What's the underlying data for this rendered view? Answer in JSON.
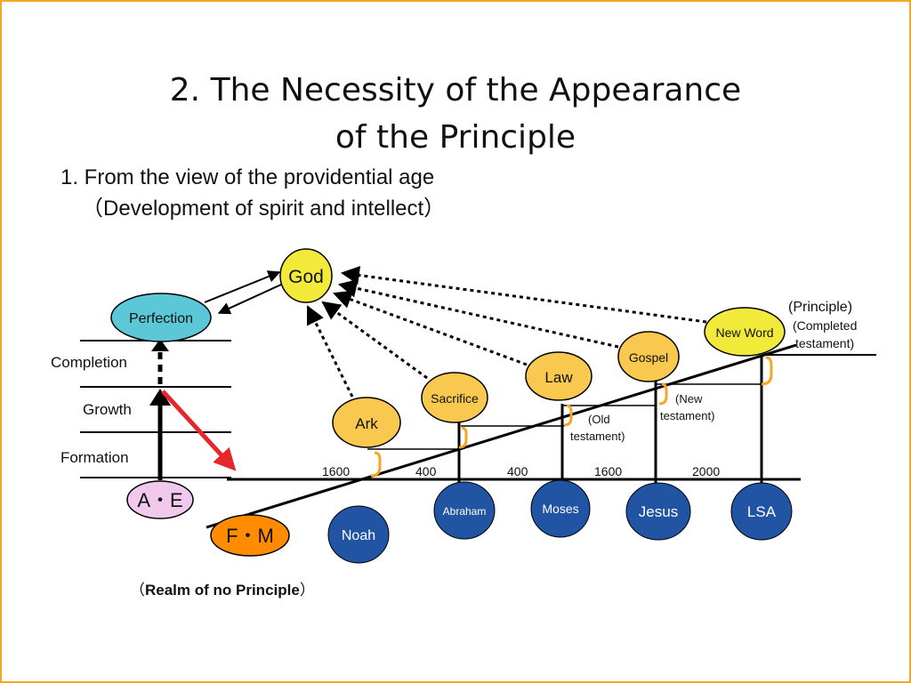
{
  "title": {
    "line1": "2. The Necessity of the Appearance",
    "line2": "of the Principle"
  },
  "subtitle": {
    "line1": "1. From the view of the providential age",
    "line2": "（Development of spirit and intellect）"
  },
  "stages": {
    "completion": "Completion",
    "growth": "Growth",
    "formation": "Formation"
  },
  "nodes": {
    "god": "God",
    "perfection": "Perfection",
    "ae": "A・E",
    "fm": "F・M",
    "ark": "Ark",
    "sacrifice": "Sacrifice",
    "law": "Law",
    "gospel": "Gospel",
    "new_word": "New Word",
    "noah": "Noah",
    "abraham": "Abraham",
    "moses": "Moses",
    "jesus": "Jesus",
    "lsa": "LSA"
  },
  "years": [
    "1600",
    "400",
    "400",
    "1600",
    "2000"
  ],
  "notes": {
    "principle": "(Principle)",
    "completed_1": "(Completed",
    "completed_2": "testament)",
    "new_1": "(New",
    "new_2": "testament)",
    "old_1": "(Old",
    "old_2": "testament)",
    "realm_open": "（",
    "realm_text": "Realm of no Principle",
    "realm_close": "）"
  },
  "colors": {
    "frame": "#F5A623",
    "god": "#F2EA3B",
    "perfection": "#5CC7D6",
    "ae": "#F1C9EC",
    "fm": "#FF8C00",
    "stage_node": "#F9C84E",
    "person": "#2154A3",
    "arrow_red": "#E5262C",
    "bracket": "#F5A623"
  },
  "icons": {
    "bracket": "right-bracket-icon"
  }
}
